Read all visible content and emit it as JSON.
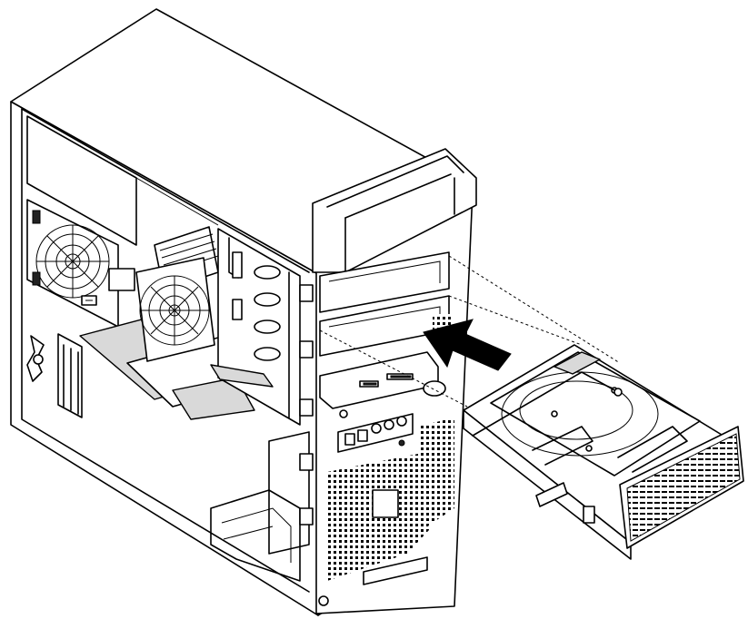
{
  "figure": {
    "kind": "technical exploded-view line drawing",
    "colors": {
      "line": "#000000",
      "background": "#ffffff",
      "shade": "#d9d9d9"
    },
    "icons": [
      "computer-chassis",
      "system-fan",
      "heatsink-fan",
      "front-bezel",
      "drive-bay",
      "hard-disk-drive",
      "drive-bracket",
      "insertion-arrow-icon"
    ],
    "text_labels": []
  }
}
